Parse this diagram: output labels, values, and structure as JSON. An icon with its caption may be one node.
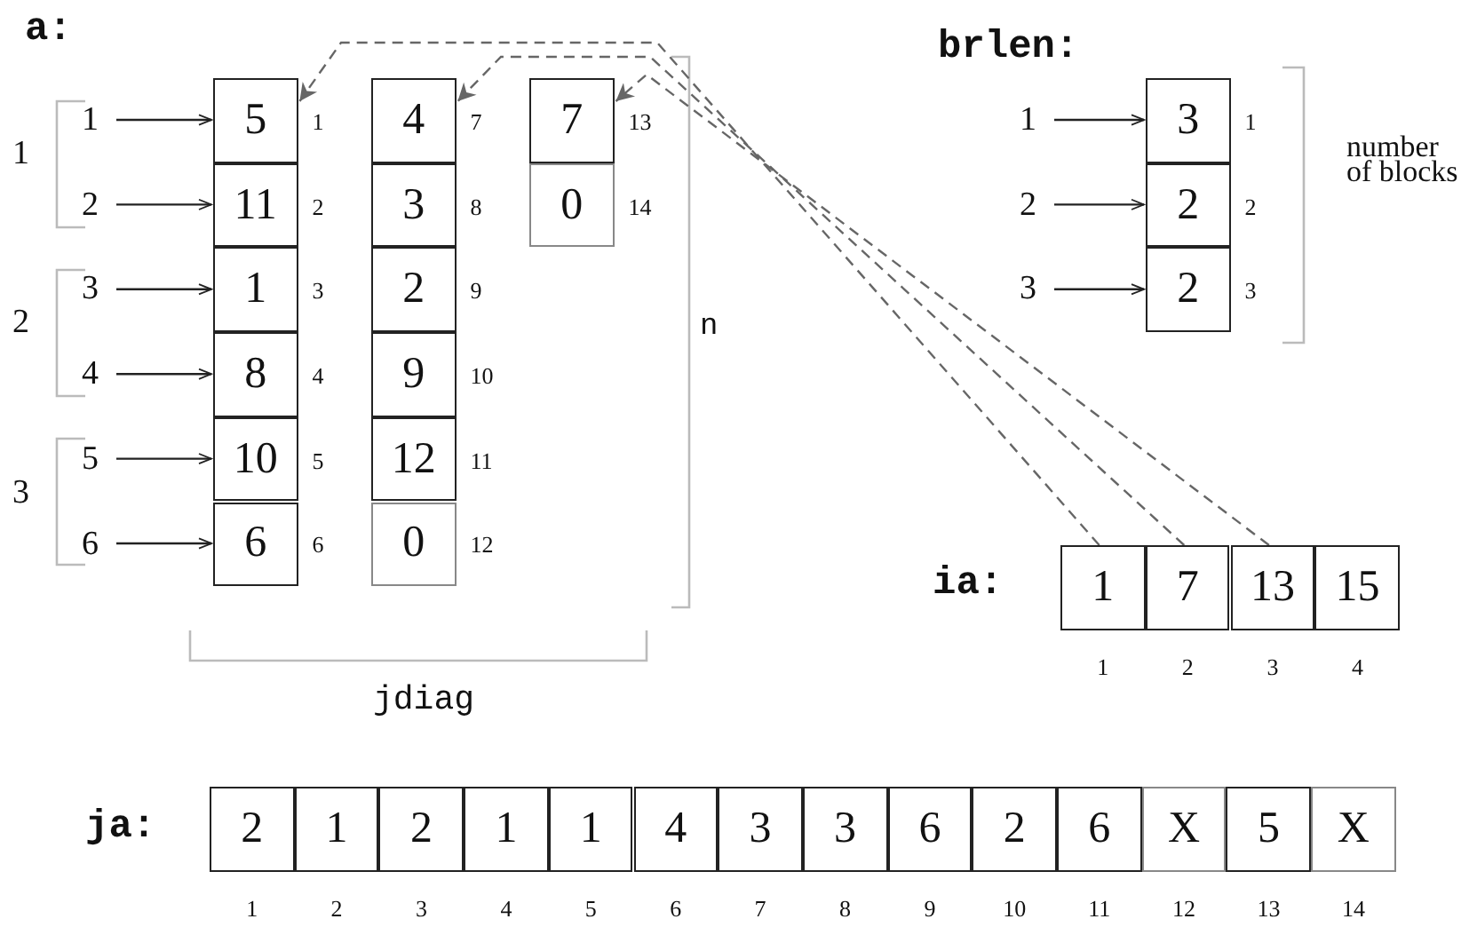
{
  "diagram": {
    "nodes": [
      {
        "text": [
          "1"
        ]
      },
      {
        "text": [
          "2"
        ]
      },
      {
        "text": [
          "3"
        ]
      },
      {
        "text": [
          "4"
        ]
      },
      {
        "text": [
          "5"
        ]
      },
      {
        "text": [
          "6"
        ]
      },
      {
        "text": [
          "5"
        ],
        "beside": [
          "1"
        ]
      },
      {
        "text": [
          "11"
        ],
        "beside": [
          "2"
        ]
      },
      {
        "text": [
          "1"
        ],
        "beside": [
          "3"
        ]
      },
      {
        "text": [
          "8"
        ],
        "beside": [
          "4"
        ]
      },
      {
        "text": [
          "10"
        ],
        "beside": [
          "5"
        ]
      },
      {
        "text": [
          "6"
        ],
        "beside": [
          "6"
        ]
      },
      {
        "text": [
          "4"
        ],
        "beside": [
          "7"
        ]
      },
      {
        "text": [
          "3"
        ],
        "beside": [
          "8"
        ]
      },
      {
        "text": [
          "2"
        ],
        "beside": [
          "9"
        ]
      },
      {
        "text": [
          "9"
        ],
        "beside": [
          "10"
        ]
      },
      {
        "text": [
          "12"
        ],
        "beside": [
          "11"
        ]
      },
      {
        "text": [
          "0"
        ],
        "beside": [
          "12"
        ]
      },
      {
        "text": [
          "7"
        ],
        "beside": [
          "13"
        ]
      },
      {
        "text": [
          "0"
        ],
        "beside": [
          "14"
        ]
      },
      {
        "text": [
          "1"
        ]
      },
      {
        "text": [
          "2"
        ]
      },
      {
        "text": [
          "3"
        ]
      },
      {
        "text": [
          "3"
        ],
        "beside": [
          "1"
        ]
      },
      {
        "text": [
          "2"
        ],
        "beside": [
          "2"
        ]
      },
      {
        "text": [
          "2"
        ],
        "beside": [
          "3"
        ]
      },
      {
        "text": [
          "1"
        ],
        "beside": [
          "1"
        ]
      },
      {
        "text": [
          "7"
        ],
        "beside": [
          "2"
        ]
      },
      {
        "text": [
          "13"
        ],
        "beside": [
          "3"
        ]
      },
      {
        "text": [
          "15"
        ],
        "beside": [
          "4"
        ]
      },
      {
        "text": [
          "2"
        ],
        "beside": [
          "1"
        ]
      },
      {
        "text": [
          "1"
        ],
        "beside": [
          "2"
        ]
      },
      {
        "text": [
          "2"
        ],
        "beside": [
          "3"
        ]
      },
      {
        "text": [
          "1"
        ],
        "beside": [
          "4"
        ]
      },
      {
        "text": [
          "1"
        ],
        "beside": [
          "5"
        ]
      },
      {
        "text": [
          "4"
        ],
        "beside": [
          "6"
        ]
      },
      {
        "text": [
          "3"
        ],
        "beside": [
          "7"
        ]
      },
      {
        "text": [
          "3"
        ],
        "beside": [
          "8"
        ]
      },
      {
        "text": [
          "6"
        ],
        "beside": [
          "9"
        ]
      },
      {
        "text": [
          "2"
        ],
        "beside": [
          "10"
        ]
      },
      {
        "text": [
          "6"
        ],
        "beside": [
          "11"
        ]
      },
      {
        "text": [
          "X"
        ],
        "beside": [
          "12"
        ]
      },
      {
        "text": [
          "5"
        ],
        "beside": [
          "13"
        ]
      },
      {
        "text": [
          "X"
        ],
        "beside": [
          "14"
        ]
      }
    ],
    "edges": [
      {
        "from": 0,
        "to": 6,
        "arrow": "to"
      },
      {
        "from": 1,
        "to": 7,
        "arrow": "to"
      },
      {
        "from": 2,
        "to": 8,
        "arrow": "to"
      },
      {
        "from": 3,
        "to": 9,
        "arrow": "to"
      },
      {
        "from": 4,
        "to": 10,
        "arrow": "to"
      },
      {
        "from": 5,
        "to": 11,
        "arrow": "to"
      },
      {
        "from": 20,
        "to": 23,
        "arrow": "to"
      },
      {
        "from": 21,
        "to": 24,
        "arrow": "to"
      },
      {
        "from": 22,
        "to": 25,
        "arrow": "to"
      },
      {
        "from": 26,
        "to": 6,
        "arrow": "to",
        "style": "dashed",
        "color": "#666666"
      },
      {
        "from": 27,
        "to": 12,
        "arrow": "to",
        "style": "dashed",
        "color": "#666666"
      },
      {
        "from": 28,
        "to": 18,
        "arrow": "to",
        "style": "dashed",
        "color": "#666666"
      }
    ],
    "labels": [
      "a:",
      "brlen:",
      "1",
      "number of blocks",
      "2",
      "n",
      "3",
      "jdiag",
      "ia:",
      "ja:"
    ]
  }
}
